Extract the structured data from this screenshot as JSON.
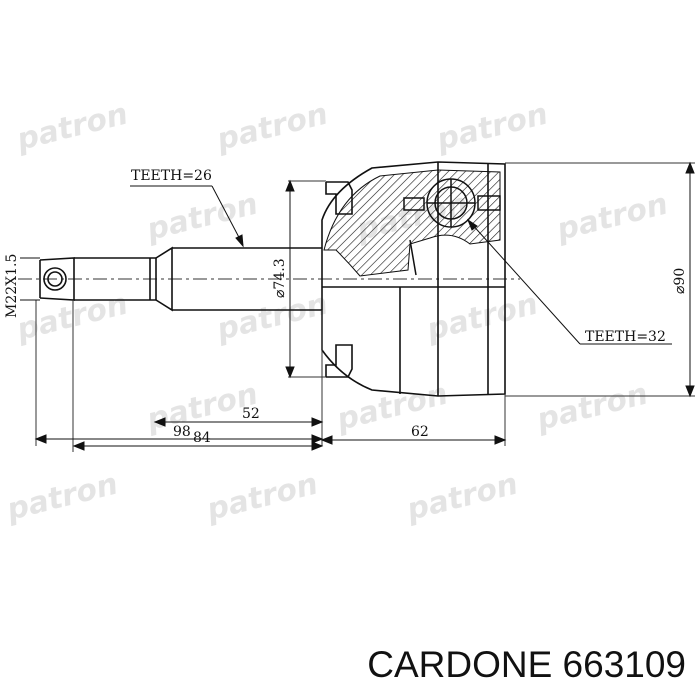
{
  "labels": {
    "teeth_outer": "TEETH=26",
    "teeth_inner": "TEETH=32",
    "thread": "M22X1.5",
    "dia_small": "⌀74.3",
    "dia_large": "⌀90",
    "len_52": "52",
    "len_84": "84",
    "len_98": "98",
    "len_62": "62"
  },
  "watermark": "patron",
  "caption": "CARDONE 663109"
}
